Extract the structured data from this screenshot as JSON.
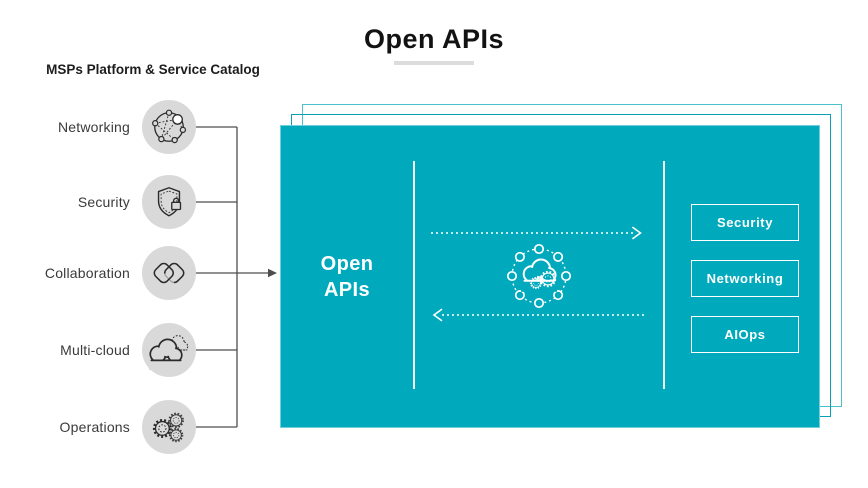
{
  "title": "Open APIs",
  "catalog": {
    "heading": "MSPs Platform & Service Catalog",
    "items": [
      {
        "label": "Networking",
        "icon": "network-nodes-icon"
      },
      {
        "label": "Security",
        "icon": "shield-lock-icon"
      },
      {
        "label": "Collaboration",
        "icon": "overlapping-squares-icon"
      },
      {
        "label": "Multi-cloud",
        "icon": "multi-cloud-icon"
      },
      {
        "label": "Operations",
        "icon": "gears-icon"
      }
    ]
  },
  "api_box": {
    "label_line1": "Open",
    "label_line2": "APIs",
    "center_icon": "cloud-automation-network-icon",
    "arrows": [
      "dotted-arrow-right",
      "dotted-arrow-left"
    ],
    "buttons": [
      {
        "label": "Security"
      },
      {
        "label": "Networking"
      },
      {
        "label": "AIOps"
      }
    ]
  },
  "colors": {
    "box_teal": "#00a9bc",
    "stack_outline_mid": "#0a9fb4",
    "stack_outline_back": "#4cc0cd",
    "icon_circle_bg": "#d9d9d9",
    "dark_text": "#1d1d1d",
    "label_text": "#3a3a3a",
    "underline_gray": "#dcdcdc",
    "white": "#ffffff"
  }
}
